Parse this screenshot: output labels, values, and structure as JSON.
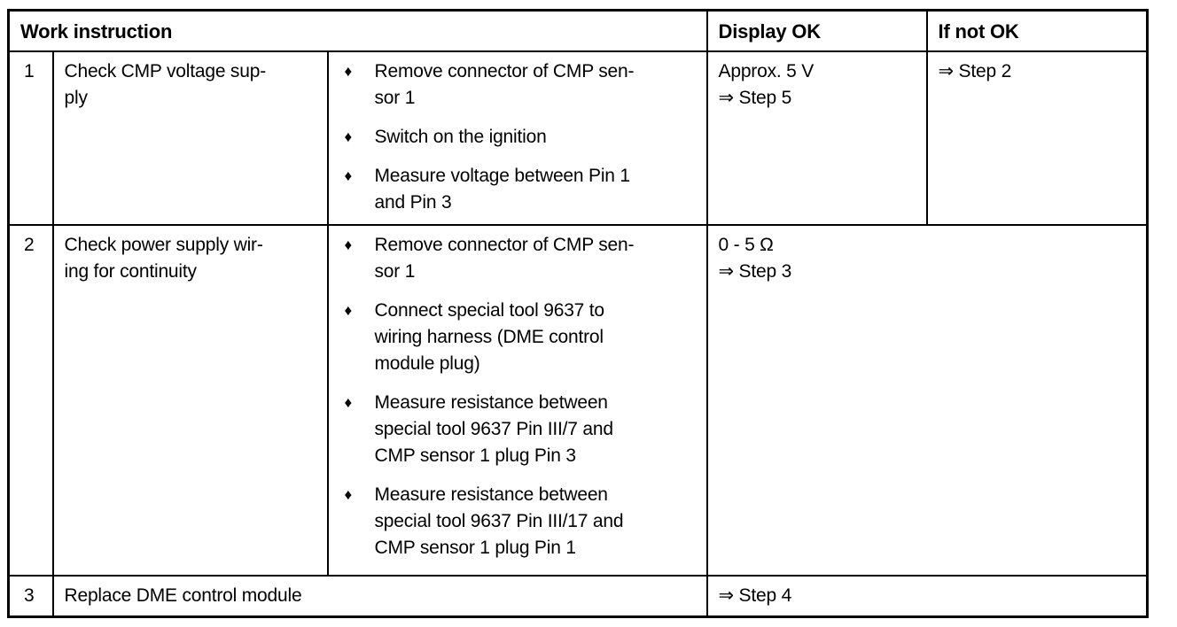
{
  "table": {
    "bullet_glyph": "♦",
    "header": {
      "work_instruction": "Work instruction",
      "display_ok": "Display OK",
      "if_not_ok": "If not OK"
    },
    "rows": [
      {
        "step": "1",
        "title": "Check CMP voltage sup-\nply",
        "actions": [
          "Remove connector of CMP sen-\nsor 1",
          "Switch on the ignition",
          "Measure voltage between Pin 1\nand Pin 3"
        ],
        "display_ok": "Approx. 5 V\n⇒ Step 5",
        "if_not_ok": "⇒ Step 2"
      },
      {
        "step": "2",
        "title": "Check power supply wir-\ning for continuity",
        "actions": [
          "Remove connector of CMP sen-\nsor 1",
          "Connect special tool 9637 to\nwiring harness (DME control\nmodule plug)",
          "Measure resistance between\nspecial tool 9637 Pin III/7 and\nCMP sensor 1 plug Pin 3",
          "Measure resistance between\nspecial tool 9637 Pin III/17 and\nCMP sensor 1 plug Pin 1"
        ],
        "display_ok": "0 - 5 Ω\n⇒ Step 3"
      },
      {
        "step": "3",
        "title": "Replace DME control module",
        "display_ok": "⇒ Step 4"
      }
    ]
  }
}
